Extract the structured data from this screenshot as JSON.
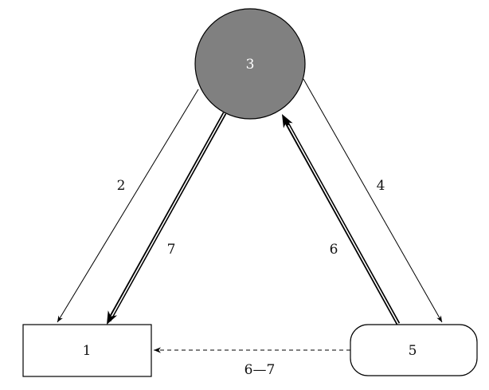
{
  "nodes": {
    "n1": {
      "label": "1"
    },
    "n3": {
      "label": "3"
    },
    "n5": {
      "label": "5"
    }
  },
  "edges": {
    "e2": {
      "label": "2"
    },
    "e4": {
      "label": "4"
    },
    "e6": {
      "label": "6"
    },
    "e7": {
      "label": "7"
    },
    "e67": {
      "label": "6—7"
    }
  },
  "colors": {
    "circle_fill": "#808080",
    "stroke": "#000000",
    "background": "#ffffff"
  }
}
